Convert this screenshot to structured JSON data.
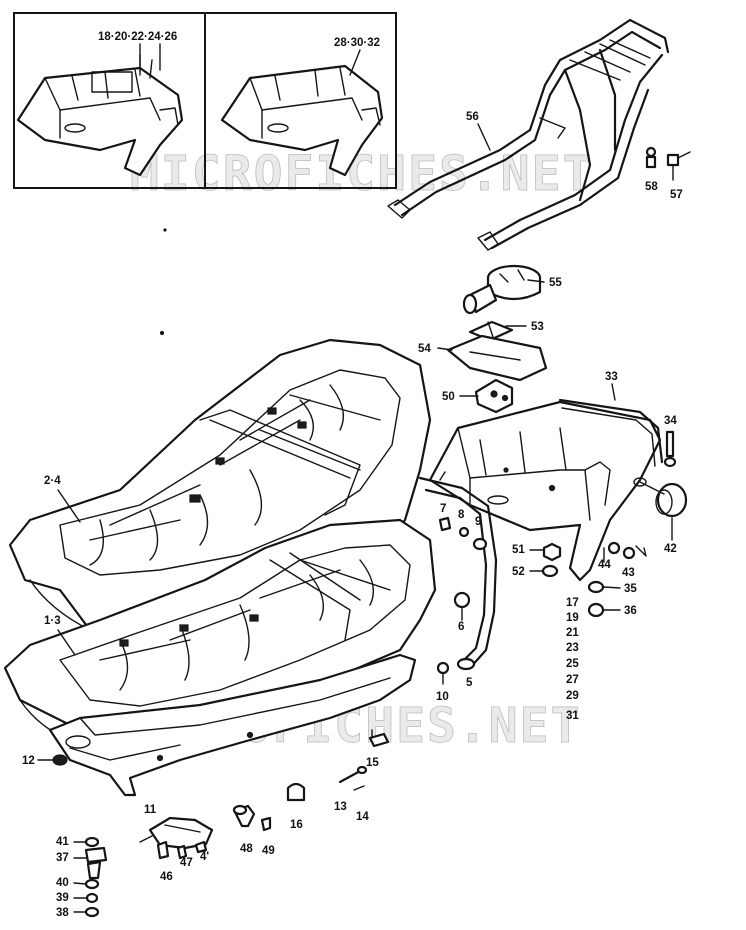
{
  "watermarks": [
    "MICROFICHES.NET",
    "MICROFICHES.NET"
  ],
  "inset_labels": {
    "left": "18·20·22·24·26",
    "right": "28·30·32"
  },
  "parts": {
    "p56": "56",
    "p58": "58",
    "p57": "57",
    "p55": "55",
    "p53": "53",
    "p54": "54",
    "p50": "50",
    "p33": "33",
    "p34": "34",
    "p2_4": "2·4",
    "p7": "7",
    "p8": "8",
    "p9": "9",
    "p51": "51",
    "p52": "52",
    "p44": "44",
    "p43": "43",
    "p42": "42",
    "p35": "35",
    "p36": "36",
    "p17": "17",
    "p19": "19",
    "p21": "21",
    "p23": "23",
    "p25": "25",
    "p27": "27",
    "p29": "29",
    "p31": "31",
    "p1_3": "1·3",
    "p6": "6",
    "p10": "10",
    "p5": "5",
    "p12": "12",
    "p15": "15",
    "p11": "11",
    "p13": "13",
    "p14": "14",
    "p16": "16",
    "p48": "48",
    "p49": "49",
    "p41": "41",
    "p37": "37",
    "p40": "40",
    "p39": "39",
    "p38": "38",
    "p46": "46",
    "p47": "47",
    "p4x": "4'"
  }
}
